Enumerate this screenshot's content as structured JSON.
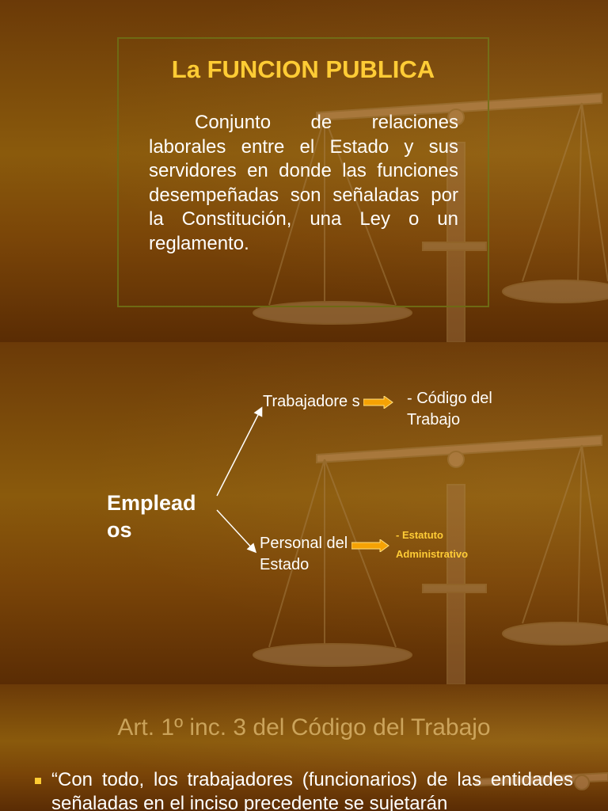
{
  "slide1": {
    "title": "La FUNCION PUBLICA",
    "paragraph": "Conjunto de relaciones laborales entre el Estado y sus servidores en donde las funciones desempeñadas son señaladas por la Constitución, una Ley o un reglamento."
  },
  "slide2": {
    "empleados": "Emplead os",
    "branch_top": {
      "label": "Trabajadore s",
      "result": "- Código del Trabajo"
    },
    "branch_bottom": {
      "label": "Personal del Estado",
      "result_line1": "- Estatuto",
      "result_line2": "Administrativo"
    }
  },
  "slide3": {
    "title": "Art. 1º inc. 3 del Código del Trabajo",
    "bullet_text": "“Con todo, los trabajadores (funcionarios) de las entidades señaladas en el inciso precedente se sujetarán"
  },
  "colors": {
    "title_yellow": "#ffcc33",
    "box_border": "#6e6a14",
    "arrow_orange": "#f5a000",
    "background": "#7a4508"
  }
}
